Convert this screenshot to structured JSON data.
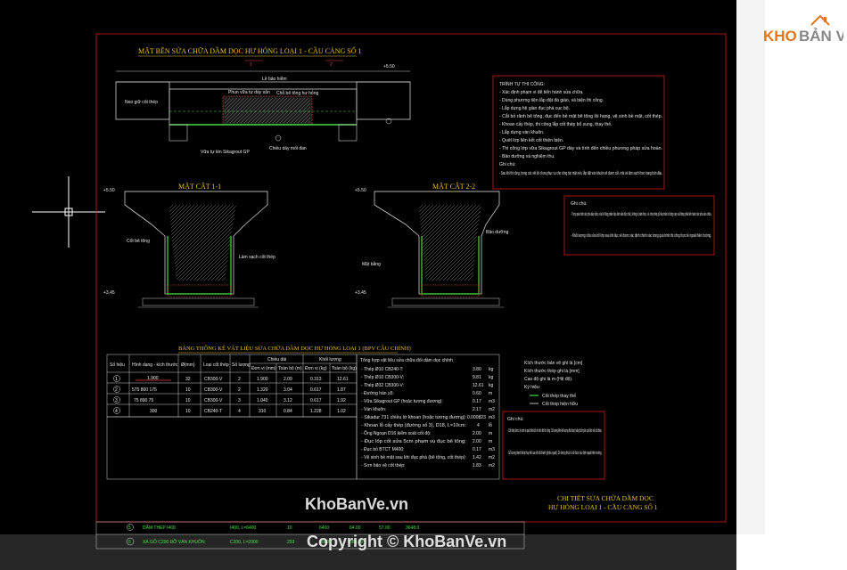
{
  "drawing": {
    "title_side": "MẶT BÊN SỬA CHỮA DẦM DỌC HƯ HỎNG LOẠI 1 - CẦU CẢNG SỐ 1",
    "section_1": "MẶT CẮT 1-1",
    "section_2": "MẶT CẮT 2-2",
    "table_title": "BẢNG THỐNG KÊ VẬT LIỆU SỬA CHỮA DẦM DỌC HƯ HỎNG LOẠI 1 (BPV CẦU CHÍNH)",
    "detail_title_1": "CHI TIẾT SỬA CHỮA DẦM DỌC",
    "detail_title_2": "HƯ HỎNG LOẠI 1 - CẦU CẢNG SỐ 1",
    "level_top": "+5.50",
    "level_mid": "+3.45",
    "callouts": [
      "Phun vữa tự dày sẵn",
      "Lề bảo hiểm",
      "Neo giữ cốt thép",
      "Chỗ bê tông hư hỏng",
      "Vữa tự lèn Sikagrout GP",
      "Chiều dày mối đan",
      "Cốt bê tông",
      "Làm sạch cốt thép",
      "Mặt bằng",
      "Bảo dưỡng"
    ]
  },
  "notes_box": {
    "title": "TRÌNH TỰ THI CÔNG:",
    "items": [
      "- Xác định phạm vi để tiến hành sửa chữa.",
      "- Dùng phương tiện lắp đặt đà giáo, và biện thi công.",
      "- Lắp dựng hệ giàn đục phá cục bộ.",
      "- Cắt bỏ rãnh bê tông, đục đến bề mặt bê tông lồi hang, vệ sinh bề mặt, cốt thép.",
      "- Khoan cấy thép, thi công lắp cốt thép bổ sung, thay thế.",
      "- Lắp dựng ván khuôn.",
      "- Quét lớp liên kết cốt thiện biện.",
      "- Thi công lớp vữa Sikagrout GP dày và tính đến chiều phương pháp sửa hoàn.",
      "- Bảo dưỡng và nghiệm thu."
    ],
    "extra_title": "Ghi chú:",
    "extra": "- Sau khi thi công, trong các vết lồi chưa phục vụ cho công tác mặt nền, lắp đặt ván khuôn sẽ được cắt, mài và làm sạch theo trạng bản đầu."
  },
  "note_box_2": {
    "title": "Ghi chú:",
    "items": [
      "- Trong quá trình đục phá dầy dầm, nếu bê tông phần dầy dầm vẫn đặc chắc, không bị xâm thực, sẽ cho phép giữ lại phần bê tông này và không phải tiến hành đục phá sửa chữa.",
      "- Khối lượng vữa sửa bổ lớp sau khi đục sẽ được xác định chính xác trong quá trình thi công thực tế ngoài hiện trường."
    ]
  },
  "legend": {
    "items": [
      "Kích thước bản vẽ ghi là [cm]",
      "Kích thước thép ghi là [mm]",
      "Cao độ ghi là m (Hệ độ).",
      "Ký hiệu:"
    ],
    "symbol_1": "Cốt thép thay thế",
    "symbol_2": "Cốt thép hiện hữu"
  },
  "note_box_3": {
    "title": "Ghi chú:",
    "items": [
      "- Cốt thép được vệ sinh và quét liên kết về triển khi thi công. Số lượng liên kết tương đối được bằng thống kê quét liên kết cốt thép.",
      "- Số lượng thanh thép thay thế sau khi đã thanh (phiếu nguồi). Số lượng thực tế sẽ được xác định ngoài hiện trường."
    ]
  },
  "rebar_table": {
    "headers": [
      "Số hiệu",
      "Hình dạng - kích thước",
      "Ø(mm)",
      "Loại cốt thép",
      "Số lượng",
      "Chiều dài",
      "Khối lượng"
    ],
    "subheaders": [
      "Đơn vị (mm)",
      "Toàn bộ (m)",
      "Đơn vị (kg)",
      "Toàn bộ (kg)"
    ],
    "rows": [
      [
        "1",
        "1.900",
        "32",
        "CB300-V",
        "2",
        "1.900",
        "2.09",
        "0.313",
        "12.61"
      ],
      [
        "2",
        "575 800 175",
        "10",
        "CB300-V",
        "2",
        "1.320",
        "3.04",
        "0.617",
        "1.87"
      ],
      [
        "3",
        "75 890 75",
        "10",
        "CB300-V",
        "3",
        "1.040",
        "3.12",
        "0.617",
        "1.92"
      ],
      [
        "4",
        "300",
        "10",
        "CB240-T",
        "4",
        "310",
        "0.84",
        "1.228",
        "1.02"
      ]
    ]
  },
  "materials": {
    "header": "Tổng hợp vật liệu sửa chữa đối dầm dọc chính",
    "rows": [
      [
        "- Thép Ø10 CB240-T:",
        "3.80",
        "kg"
      ],
      [
        "- Thép Ø10 CB300-V:",
        "9.81",
        "kg"
      ],
      [
        "- Thép Ø32 CB300-V:",
        "12.61",
        "kg"
      ],
      [
        "- Đường hàn ≥5:",
        "0.60",
        "m"
      ],
      [
        "- Vữa Sikagrout GP (hoặc tương đương):",
        "0.17",
        "m3"
      ],
      [
        "- Ván khuôn:",
        "2.17",
        "m2"
      ],
      [
        "- Sikadur 731 chiều lớ khoan (hoặc tương đương):",
        "0.000823",
        "m3"
      ],
      [
        "- Khoan lỗ cấy thép (đường số 3), D18, L=10cm:",
        "4",
        "lỗ"
      ],
      [
        "- Ống Ngoạn D16 kiểm soát cốt độ:",
        "2.00",
        "m"
      ],
      [
        "- Đục lốp cốt sửa 5cm phạm vụ đục bê tông:",
        "2.00",
        "m"
      ],
      [
        "- Đục bỏ BTCT M400:",
        "0.17",
        "m3"
      ],
      [
        "- Vệ sinh bề mặt sau khi đục phá (bê tông, cốt thép):",
        "1.42",
        "m2"
      ],
      [
        "- Sơn bảo vệ cốt thép:",
        "1.83",
        "m2"
      ]
    ]
  },
  "bottom_table": {
    "rows": [
      [
        "5",
        "DẦM THÉP I400",
        "I400, L=6400",
        "10",
        "6400",
        "64.00",
        "57.00",
        "3648.0"
      ],
      [
        "6",
        "XÀ GỖ C200 ĐỠ VÁN KHUÔN",
        "C200, L=2000",
        "293",
        "2000",
        "586.00",
        "",
        ""
      ]
    ]
  },
  "branding": {
    "logo_text_1": "KHO",
    "logo_text_2": "BẢN VẼ",
    "watermark": "KhoBanVe.vn",
    "copyright": "Copyright © KhoBanVe.vn"
  },
  "colors": {
    "background": "#000000",
    "title": "#e8c020",
    "frame": "#cc2020",
    "green": "#44e044"
  }
}
